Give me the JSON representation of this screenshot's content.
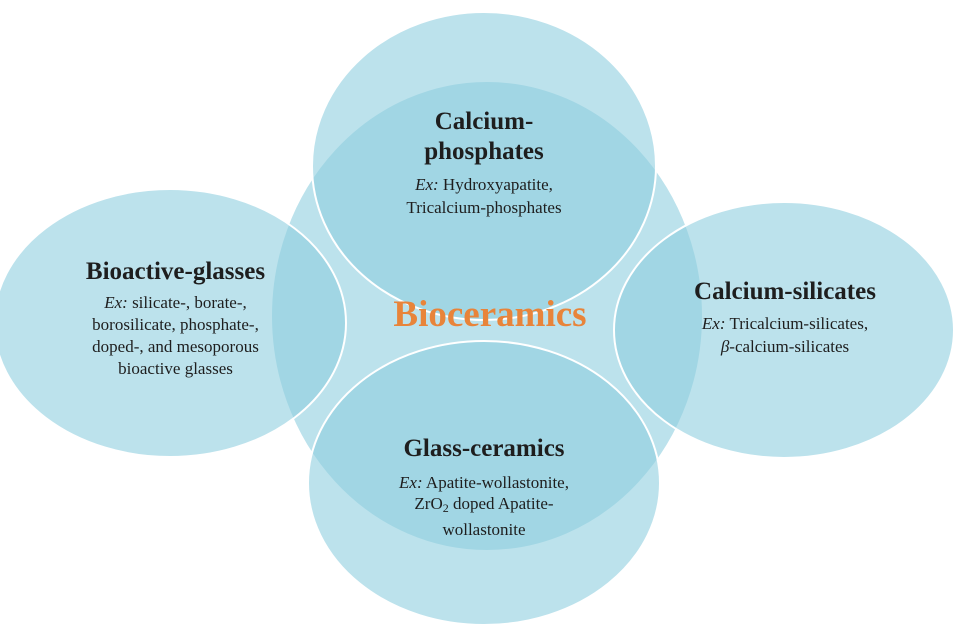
{
  "center": {
    "label": "Bioceramics",
    "color": "#e8843a"
  },
  "colors": {
    "fill": "#8fcfe0",
    "stroke": "#ffffff"
  },
  "top": {
    "title_line1": "Calcium-",
    "title_line2": "phosphates",
    "ex_prefix": "Ex:",
    "ex_line1": "Hydroxyapatite,",
    "ex_line2": "Tricalcium-phosphates"
  },
  "left": {
    "title": "Bioactive-glasses",
    "ex_prefix": "Ex:",
    "ex_line1": "silicate-, borate-,",
    "ex_line2": "borosilicate, phosphate-,",
    "ex_line3": "doped-, and mesoporous",
    "ex_line4": "bioactive glasses"
  },
  "right": {
    "title": "Calcium-silicates",
    "ex_prefix": "Ex:",
    "ex_line1": "Tricalcium-silicates,",
    "ex_line2_symbol": "β",
    "ex_line2_rest": "-calcium-silicates"
  },
  "bottom": {
    "title": "Glass-ceramics",
    "ex_prefix": "Ex:",
    "ex_line1": "Apatite-wollastonite,",
    "ex_line2_a": "ZrO",
    "ex_line2_sub": "2",
    "ex_line2_b": " doped Apatite-",
    "ex_line3": "wollastonite"
  }
}
